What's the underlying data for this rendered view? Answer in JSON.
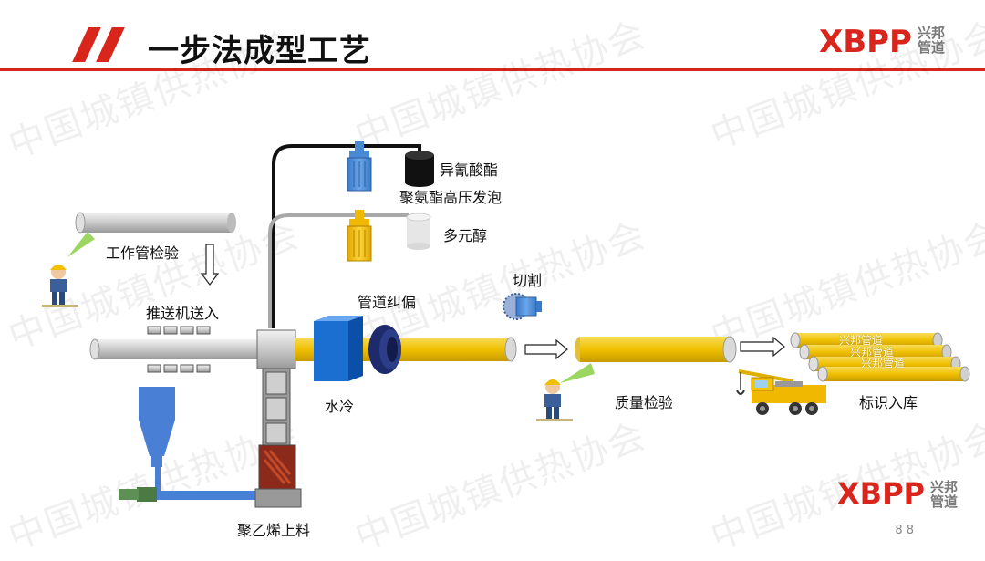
{
  "header": {
    "title": "一步法成型工艺",
    "logo_letters": "XBPP",
    "logo_sub_line1": "兴邦",
    "logo_sub_line2": "管道"
  },
  "watermark": "中国城镇供热协会",
  "labels": {
    "isocyanate": "异氰酸酯",
    "pu_foam": "聚氨酯高压发泡",
    "polyol": "多元醇",
    "work_pipe_inspect": "工作管检验",
    "pusher": "推送机送入",
    "pipe_correction": "管道纠偏",
    "cutting": "切割",
    "water_cooling": "水冷",
    "quality_inspect": "质量检验",
    "marking_storage": "标识入库",
    "pe_feeding": "聚乙烯上料",
    "stack_text": "兴邦管道"
  },
  "page_number": "8 8",
  "colors": {
    "accent_red": "#d9261c",
    "pipe_yellow": "#f2c200",
    "pipe_gray": "#c8c8c8",
    "pump_blue": "#4a89d4",
    "water_blue": "#1a6fd1",
    "dark_navy": "#1d2a6b"
  }
}
